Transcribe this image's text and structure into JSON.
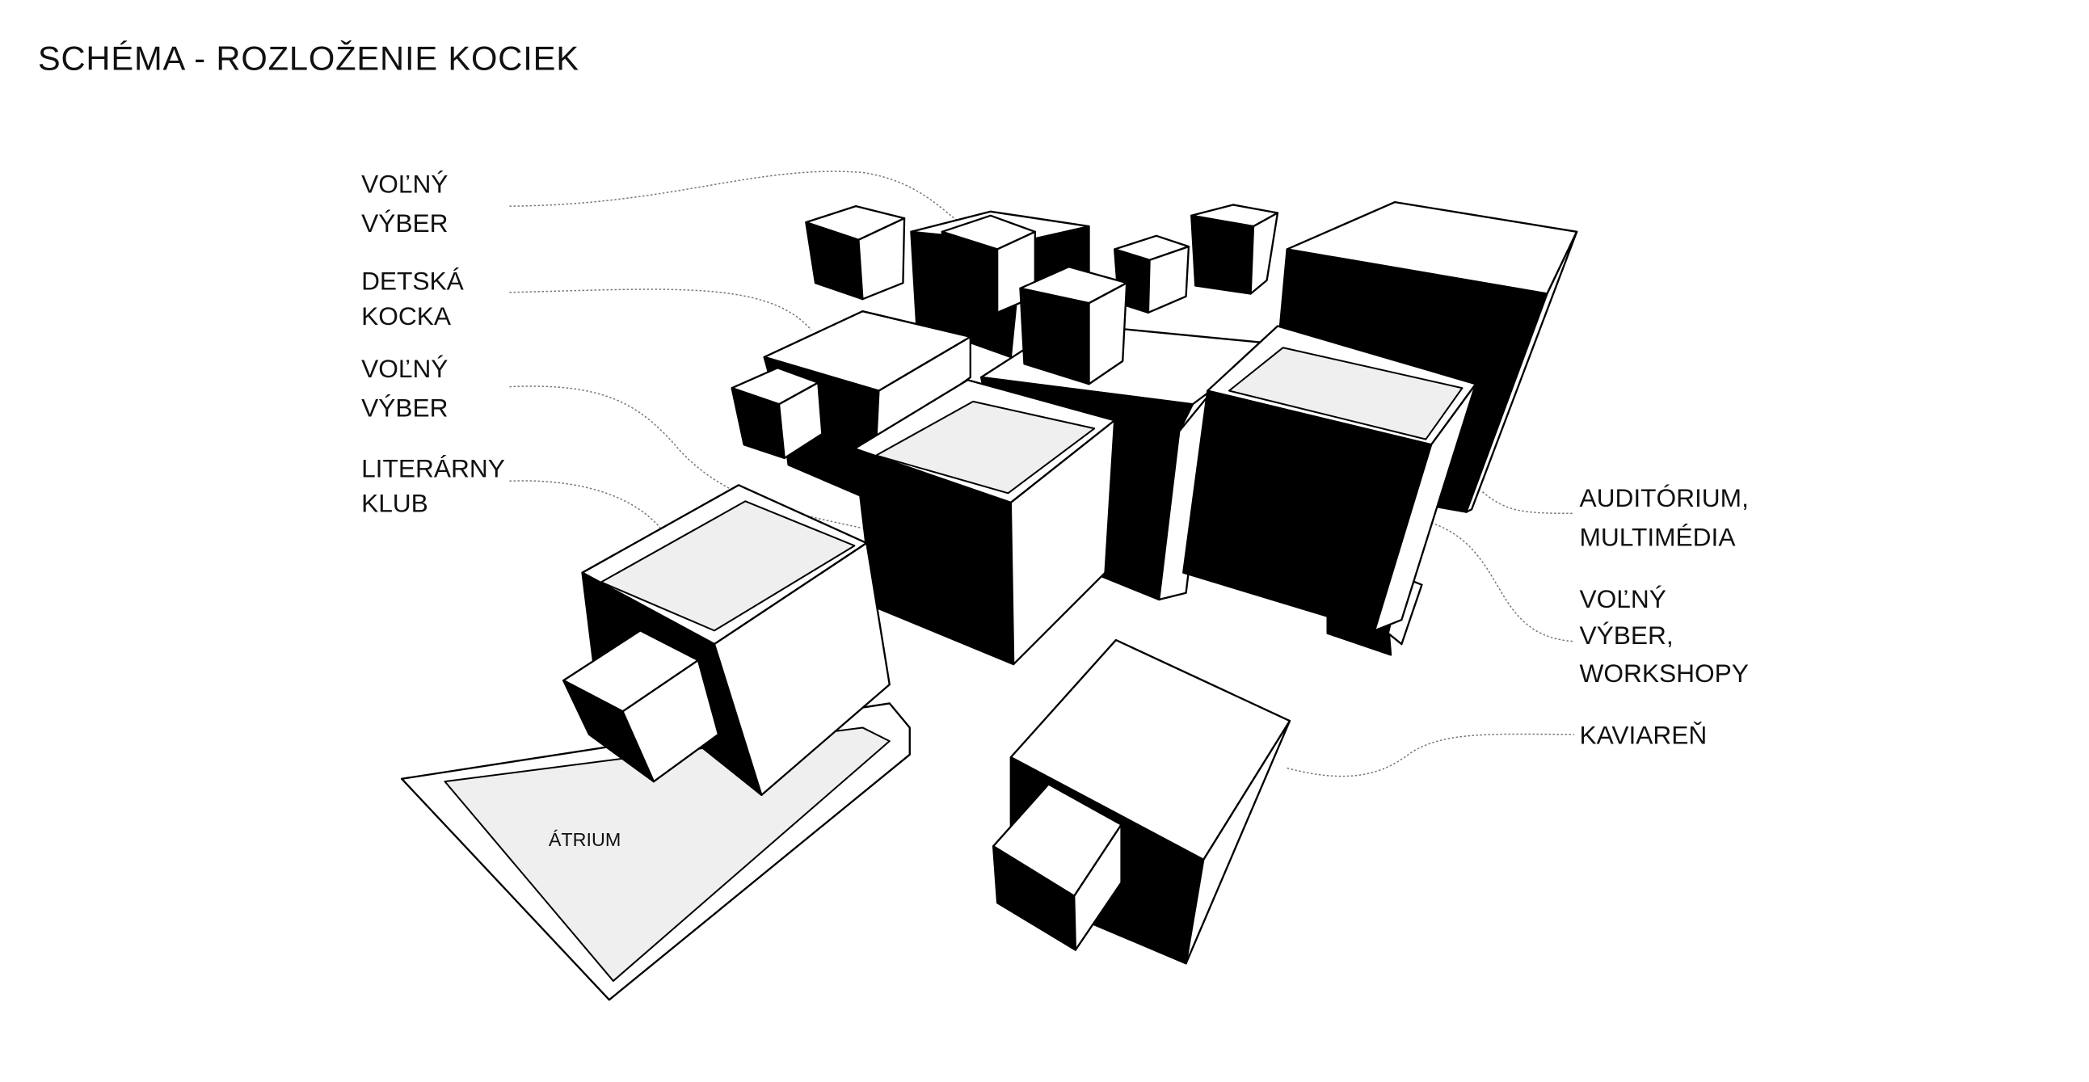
{
  "title": "SCHÉMA - ROZLOŽENIE KOCIEK",
  "labels": {
    "volny_vyber_1": [
      "VOĽNÝ",
      "VÝBER"
    ],
    "detska_kocka": [
      "DETSKÁ",
      "KOCKA"
    ],
    "volny_vyber_2": [
      "VOĽNÝ",
      "VÝBER"
    ],
    "literarny_klub": [
      "LITERÁRNY",
      "KLUB"
    ],
    "auditorium": [
      "AUDITÓRIUM,",
      "MULTIMÉDIA"
    ],
    "volny_vyber_workshopy": [
      "VOĽNÝ",
      "VÝBER,",
      "WORKSHOPY"
    ],
    "kaviaren": [
      "KAVIAREŇ"
    ],
    "atrium": "ÁTRIUM"
  }
}
